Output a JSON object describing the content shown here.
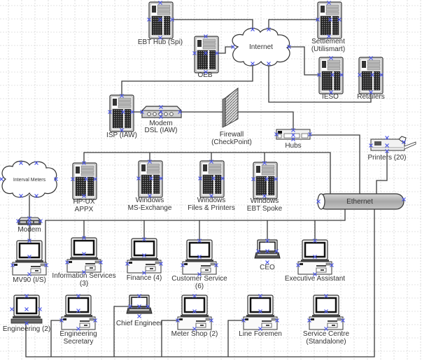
{
  "diagram": {
    "title": "Network Diagram",
    "colors": {
      "background": "#ffffff",
      "grid": "#c8c8c8",
      "wire": "#3a3a3a",
      "connector_marker": "#4b57e8",
      "ethernet_bus": "#b0b0b0"
    },
    "nodes": {
      "ebt_hub": {
        "type": "server",
        "label": [
          "EBT Hub (Spi)"
        ]
      },
      "oeb": {
        "type": "server",
        "label": [
          "OEB"
        ]
      },
      "internet": {
        "type": "cloud",
        "label": [
          "Internet"
        ]
      },
      "settlement": {
        "type": "server",
        "label": [
          "Settlement",
          "(Utilismart)"
        ]
      },
      "ieso": {
        "type": "server",
        "label": [
          "IESO"
        ]
      },
      "retailers": {
        "type": "server",
        "label": [
          "Retailers"
        ]
      },
      "isp": {
        "type": "server",
        "label": [
          "ISP (IAW)"
        ]
      },
      "modem_dsl": {
        "type": "modem",
        "label": [
          "Modem",
          "DSL (IAW)"
        ]
      },
      "firewall": {
        "type": "firewall",
        "label": [
          "Firewall",
          "(CheckPoint)"
        ]
      },
      "hubs": {
        "type": "hub",
        "label": [
          "Hubs"
        ]
      },
      "printers": {
        "type": "printer",
        "label": [
          "Printers (20)"
        ]
      },
      "interval_meters": {
        "type": "cloud",
        "label": [
          "Interval Meters"
        ]
      },
      "hp_ux": {
        "type": "server",
        "label": [
          "HP-UX",
          "APPX"
        ]
      },
      "win_exchange": {
        "type": "server",
        "label": [
          "Windows",
          "MS-Exchange"
        ]
      },
      "win_files": {
        "type": "server",
        "label": [
          "Windows",
          "Files & Printers"
        ]
      },
      "win_ebt": {
        "type": "server",
        "label": [
          "Windows",
          "EBT Spoke"
        ]
      },
      "ethernet": {
        "type": "bus",
        "label": [
          "Ethernet"
        ]
      },
      "modem": {
        "type": "modem",
        "label": [
          "Modem"
        ]
      },
      "mv90": {
        "type": "pc",
        "label": [
          "MV90 (I/S)"
        ]
      },
      "info_services": {
        "type": "pc",
        "label": [
          "Information Services",
          "(3)"
        ]
      },
      "finance": {
        "type": "pc",
        "label": [
          "Finance (4)"
        ]
      },
      "customer_service": {
        "type": "pc",
        "label": [
          "Customer Service",
          "(6)"
        ]
      },
      "ceo": {
        "type": "laptop",
        "label": [
          "CEO"
        ]
      },
      "exec_assistant": {
        "type": "pc",
        "label": [
          "Executive Assistant"
        ]
      },
      "engineering": {
        "type": "terminal",
        "label": [
          "Engineering (2)"
        ]
      },
      "eng_secretary": {
        "type": "pc",
        "label": [
          "Engineering",
          "Secretary"
        ]
      },
      "chief_engineer": {
        "type": "laptop",
        "label": [
          "Chief Engineer"
        ]
      },
      "meter_shop": {
        "type": "pc",
        "label": [
          "Meter Shop (2)"
        ]
      },
      "line_foremen": {
        "type": "pc",
        "label": [
          "Line Foremen"
        ]
      },
      "service_centre": {
        "type": "pc",
        "label": [
          "Service Centre",
          "(Standalone)"
        ]
      }
    },
    "links": [
      [
        "ebt_hub",
        "internet"
      ],
      [
        "oeb",
        "internet"
      ],
      [
        "settlement",
        "internet"
      ],
      [
        "ieso",
        "internet"
      ],
      [
        "retailers",
        "internet"
      ],
      [
        "isp",
        "internet"
      ],
      [
        "isp",
        "modem_dsl"
      ],
      [
        "modem_dsl",
        "firewall"
      ],
      [
        "firewall",
        "hubs"
      ],
      [
        "hubs",
        "ethernet"
      ],
      [
        "printers",
        "ethernet"
      ],
      [
        "interval_meters",
        "modem"
      ],
      [
        "modem",
        "mv90"
      ],
      [
        "hp_ux",
        "ethernet"
      ],
      [
        "win_exchange",
        "ethernet"
      ],
      [
        "win_files",
        "ethernet"
      ],
      [
        "win_ebt",
        "ethernet"
      ],
      [
        "info_services",
        "ethernet"
      ],
      [
        "finance",
        "ethernet"
      ],
      [
        "customer_service",
        "ethernet"
      ],
      [
        "ceo",
        "ethernet"
      ],
      [
        "exec_assistant",
        "ethernet"
      ],
      [
        "engineering",
        "ethernet"
      ],
      [
        "eng_secretary",
        "ethernet"
      ],
      [
        "chief_engineer",
        "ethernet"
      ],
      [
        "meter_shop",
        "ethernet"
      ],
      [
        "line_foremen",
        "ethernet"
      ]
    ]
  }
}
